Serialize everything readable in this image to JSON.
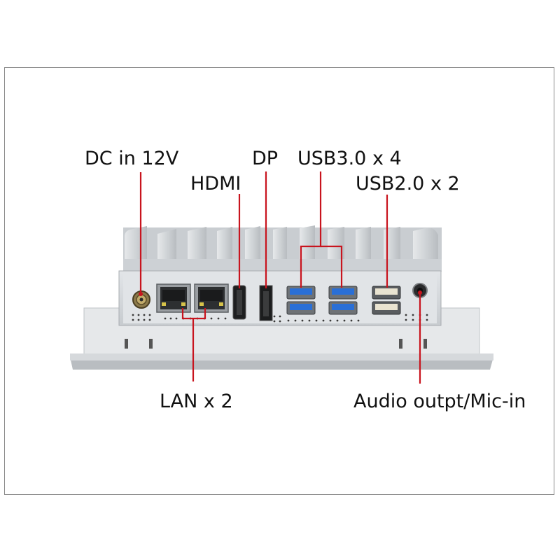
{
  "labels": {
    "dc_in": "DC in 12V",
    "hdmi": "HDMI",
    "dp": "DP",
    "usb3": "USB3.0 x 4",
    "usb2": "USB2.0 x 2",
    "lan": "LAN x 2",
    "audio": "Audio outpt/Mic-in"
  },
  "colors": {
    "callout_line": "#c8141e",
    "device_body": "#d4d7da",
    "port_panel": "#dcdfe2",
    "usb3_blue": "#2a6fd6"
  }
}
